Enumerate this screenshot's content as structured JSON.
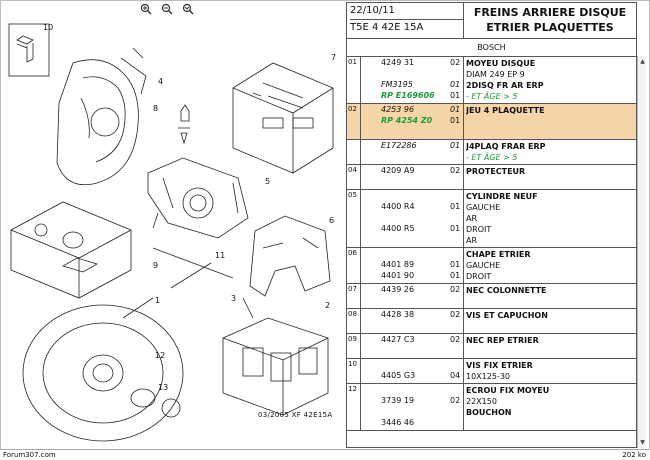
{
  "toolbar": {
    "zoom_in_icon": "zoom-in-icon",
    "zoom_out_icon": "zoom-out-icon",
    "fit_icon": "zoom-fit-icon"
  },
  "drawing": {
    "caption": "03/2005   XF 42E15A",
    "labels": [
      "10",
      "4",
      "7",
      "8",
      "5",
      "11",
      "6",
      "2",
      "9",
      "1",
      "12",
      "13",
      "3"
    ]
  },
  "header": {
    "date": "22/10/11",
    "code": "T5E 4 42E 15A",
    "title_line1": "FREINS ARRIERE DISQUE",
    "title_line2": "ETRIER PLAQUETTES"
  },
  "brand": "BOSCH",
  "rows": [
    {
      "pos": "01",
      "refs": [
        {
          "ref": "4249 31",
          "q": "02",
          "it": false
        },
        {
          "ref": "",
          "q": "",
          "it": false
        },
        {
          "ref": "FM3195",
          "q": "01",
          "it": true
        },
        {
          "ref": "RP E169606",
          "q": "01",
          "it": false,
          "green": true
        }
      ],
      "desc": [
        {
          "t": "MOYEU DISQUE",
          "b": true
        },
        {
          "t": "DIAM 249 EP 9",
          "b": false
        },
        {
          "t": "2DISQ FR AR ERP",
          "b": true
        },
        {
          "t": "- ET ÂGE > 5",
          "g": true
        }
      ]
    },
    {
      "pos": "02",
      "sel": true,
      "refs": [
        {
          "ref": "4253 96",
          "q": "01",
          "it": true
        },
        {
          "ref": "RP 4254 Z0",
          "q": "01",
          "it": false,
          "green": true
        },
        {
          "ref": "",
          "q": "",
          "it": false
        }
      ],
      "desc": [
        {
          "t": "JEU 4 PLAQUETTE",
          "b": true
        },
        {
          "t": "",
          "b": false
        },
        {
          "t": "",
          "b": false
        }
      ]
    },
    {
      "pos": "",
      "refs": [
        {
          "ref": "E172286",
          "q": "01",
          "it": true
        },
        {
          "ref": "",
          "q": "",
          "it": false
        }
      ],
      "desc": [
        {
          "t": "J4PLAQ FRAR ERP",
          "b": true
        },
        {
          "t": "- ET ÂGE > 5",
          "g": true
        }
      ]
    },
    {
      "pos": "04",
      "refs": [
        {
          "ref": "4209 A9",
          "q": "02",
          "it": false
        },
        {
          "ref": "",
          "q": "",
          "it": false
        }
      ],
      "desc": [
        {
          "t": "PROTECTEUR",
          "b": true
        },
        {
          "t": "",
          "b": false
        }
      ]
    },
    {
      "pos": "05",
      "refs": [
        {
          "ref": "",
          "q": "",
          "it": false
        },
        {
          "ref": "4400 R4",
          "q": "01",
          "it": false
        },
        {
          "ref": "",
          "q": "",
          "it": false
        },
        {
          "ref": "4400 R5",
          "q": "01",
          "it": false
        },
        {
          "ref": "",
          "q": "",
          "it": false
        }
      ],
      "desc": [
        {
          "t": "CYLINDRE NEUF",
          "b": true
        },
        {
          "t": "GAUCHE",
          "b": false
        },
        {
          "t": "AR",
          "b": false
        },
        {
          "t": "DROIT",
          "b": false
        },
        {
          "t": "AR",
          "b": false
        }
      ]
    },
    {
      "pos": "06",
      "refs": [
        {
          "ref": "",
          "q": "",
          "it": false
        },
        {
          "ref": "4401 89",
          "q": "01",
          "it": false
        },
        {
          "ref": "4401 90",
          "q": "01",
          "it": false
        }
      ],
      "desc": [
        {
          "t": "CHAPE ETRIER",
          "b": true
        },
        {
          "t": "GAUCHE",
          "b": false
        },
        {
          "t": "DROIT",
          "b": false
        }
      ]
    },
    {
      "pos": "07",
      "refs": [
        {
          "ref": "4439 26",
          "q": "02",
          "it": false
        },
        {
          "ref": "",
          "q": "",
          "it": false
        }
      ],
      "desc": [
        {
          "t": "NEC COLONNETTE",
          "b": true
        },
        {
          "t": "",
          "b": false
        }
      ]
    },
    {
      "pos": "08",
      "refs": [
        {
          "ref": "4428 38",
          "q": "02",
          "it": false
        },
        {
          "ref": "",
          "q": "",
          "it": false
        }
      ],
      "desc": [
        {
          "t": "VIS ET CAPUCHON",
          "b": true
        },
        {
          "t": "",
          "b": false
        }
      ]
    },
    {
      "pos": "09",
      "refs": [
        {
          "ref": "4427 C3",
          "q": "02",
          "it": false
        },
        {
          "ref": "",
          "q": "",
          "it": false
        }
      ],
      "desc": [
        {
          "t": "NEC REP ETRIER",
          "b": true
        },
        {
          "t": "",
          "b": false
        }
      ]
    },
    {
      "pos": "10",
      "refs": [
        {
          "ref": "",
          "q": "",
          "it": false
        },
        {
          "ref": "4405 G3",
          "q": "04",
          "it": false
        }
      ],
      "desc": [
        {
          "t": "VIS FIX ETRIER",
          "b": true
        },
        {
          "t": "10X125-30",
          "b": false
        }
      ]
    },
    {
      "pos": "12",
      "refs": [
        {
          "ref": "",
          "q": "",
          "it": false
        },
        {
          "ref": "3739 19",
          "q": "02",
          "it": false
        },
        {
          "ref": "",
          "q": "",
          "it": false
        },
        {
          "ref": "3446 46",
          "q": "",
          "it": false
        }
      ],
      "desc": [
        {
          "t": "ECROU FIX MOYEU",
          "b": true
        },
        {
          "t": "22X150",
          "b": false
        },
        {
          "t": "BOUCHON",
          "b": true
        },
        {
          "t": "",
          "b": false
        }
      ]
    }
  ],
  "status": {
    "left": "Forum307.com",
    "right": "202 ko"
  }
}
